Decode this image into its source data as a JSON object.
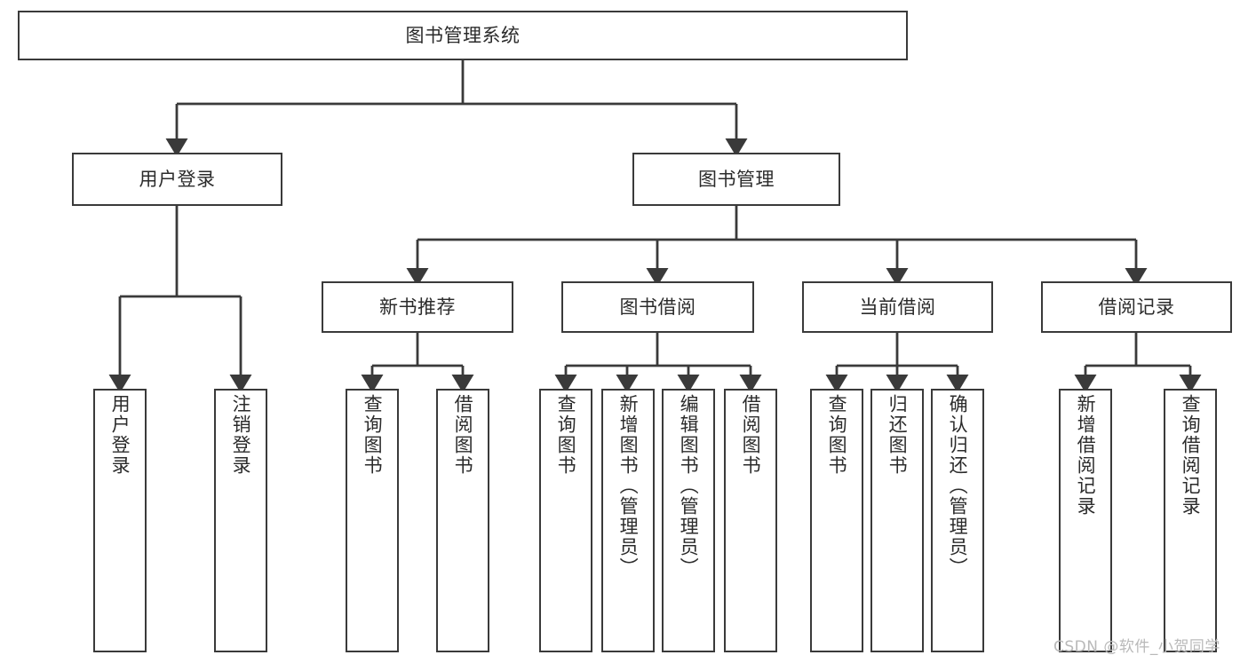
{
  "diagram": {
    "type": "tree-hierarchy-chart",
    "title": "图书管理系统",
    "style": {
      "box_border_color": "#3a3a3a",
      "box_fill": "#ffffff",
      "line_color": "#3a3a3a",
      "text_color": "#2b2b2b",
      "background": "#ffffff"
    },
    "levels": [
      {
        "level": 1,
        "nodes": [
          {
            "id": "root",
            "label": "图书管理系统",
            "orientation": "horizontal"
          }
        ]
      },
      {
        "level": 2,
        "nodes": [
          {
            "id": "login",
            "label": "用户登录",
            "orientation": "horizontal",
            "parent": "root"
          },
          {
            "id": "bookmgmt",
            "label": "图书管理",
            "orientation": "horizontal",
            "parent": "root"
          }
        ]
      },
      {
        "level": 3,
        "nodes": [
          {
            "id": "newbook",
            "label": "新书推荐",
            "orientation": "horizontal",
            "parent": "bookmgmt"
          },
          {
            "id": "borrow",
            "label": "图书借阅",
            "orientation": "horizontal",
            "parent": "bookmgmt"
          },
          {
            "id": "current",
            "label": "当前借阅",
            "orientation": "horizontal",
            "parent": "bookmgmt"
          },
          {
            "id": "record",
            "label": "借阅记录",
            "orientation": "horizontal",
            "parent": "bookmgmt"
          }
        ]
      },
      {
        "level": 4,
        "nodes": [
          {
            "id": "leaf1",
            "label": "用户登录",
            "orientation": "vertical",
            "parent": "login"
          },
          {
            "id": "leaf2",
            "label": "注销登录",
            "orientation": "vertical",
            "parent": "login"
          },
          {
            "id": "leaf3",
            "label": "查询图书",
            "orientation": "vertical",
            "parent": "newbook"
          },
          {
            "id": "leaf4",
            "label": "借阅图书",
            "orientation": "vertical",
            "parent": "newbook"
          },
          {
            "id": "leaf5",
            "label": "查询图书",
            "orientation": "vertical",
            "parent": "borrow"
          },
          {
            "id": "leaf6",
            "label": "新增图书（管理员）",
            "orientation": "vertical",
            "parent": "borrow"
          },
          {
            "id": "leaf7",
            "label": "编辑图书（管理员）",
            "orientation": "vertical",
            "parent": "borrow"
          },
          {
            "id": "leaf8",
            "label": "借阅图书",
            "orientation": "vertical",
            "parent": "borrow"
          },
          {
            "id": "leaf9",
            "label": "查询图书",
            "orientation": "vertical",
            "parent": "current"
          },
          {
            "id": "leaf10",
            "label": "归还图书",
            "orientation": "vertical",
            "parent": "current"
          },
          {
            "id": "leaf11",
            "label": "确认归还（管理员）",
            "orientation": "vertical",
            "parent": "current"
          },
          {
            "id": "leaf12",
            "label": "新增借阅记录",
            "orientation": "vertical",
            "parent": "record"
          },
          {
            "id": "leaf13",
            "label": "查询借阅记录",
            "orientation": "vertical",
            "parent": "record"
          }
        ]
      }
    ]
  },
  "watermark": {
    "text": "CSDN @软件_小贺同学"
  }
}
